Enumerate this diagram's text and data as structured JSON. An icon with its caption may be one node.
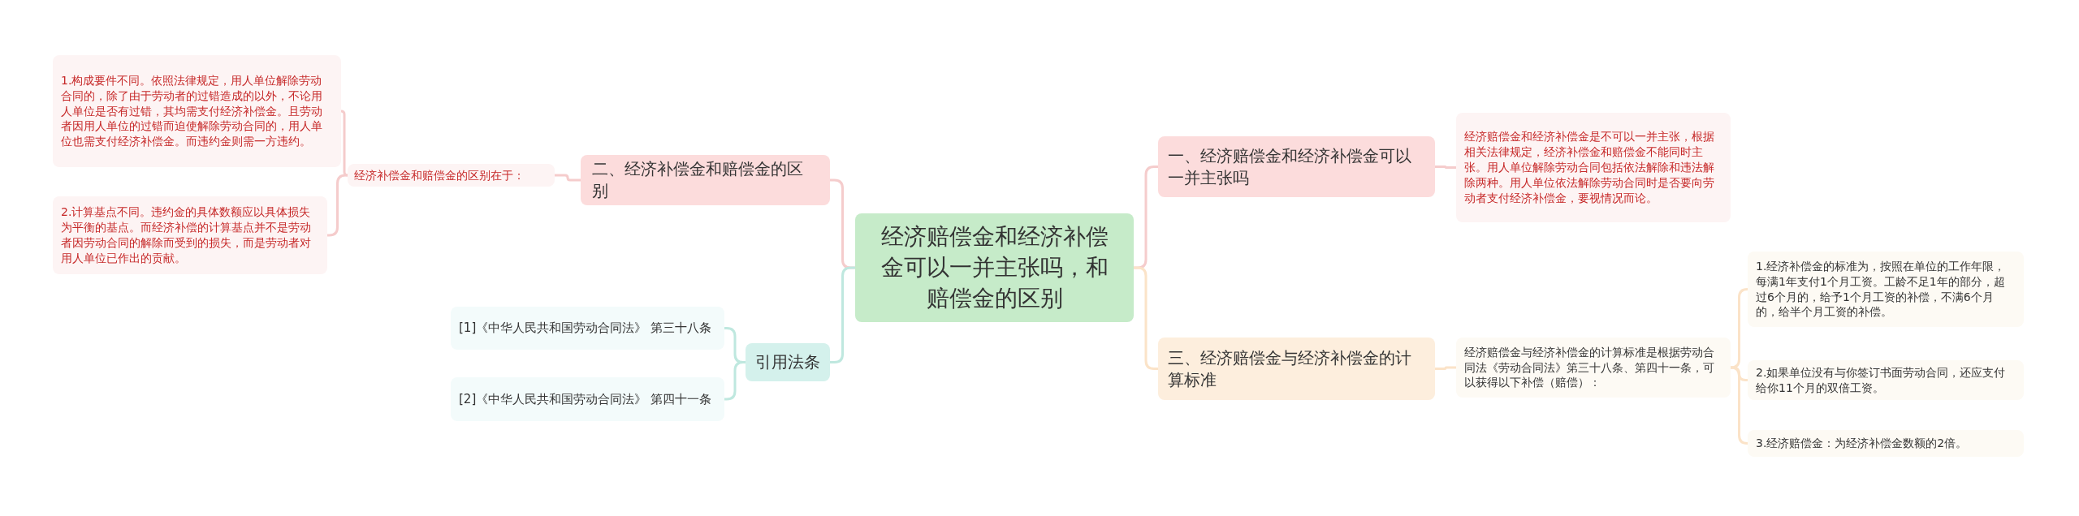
{
  "diagram": {
    "nodes": [
      {
        "text": [
          "经济赔偿金和经济补偿金可以一并主张吗，和赔偿金的区别"
        ]
      },
      {
        "text": [
          "二、经济补偿金和赔偿金的区别"
        ]
      },
      {
        "text": [
          "经济补偿金和赔偿金的区别在于："
        ]
      },
      {
        "text": [
          "1.构成要件不同。依照法律规定，用人单位解除劳动合同的，除了由于劳动者的过错造成的以外，不论用人单位是否有过错，其均需支付经济补偿金。且劳动者因用人单位的过错而迫使解除劳动合同的，用人单位也需支付经济补偿金。而违约金则需一方违约。"
        ]
      },
      {
        "text": [
          "2.计算基点不同。违约金的具体数额应以具体损失为平衡的基点。而经济补偿的计算基点并不是劳动者因劳动合同的解除而受到的损失，而是劳动者对用人单位已作出的贡献。"
        ]
      },
      {
        "text": [
          "引用法条"
        ]
      },
      {
        "text": [
          "[1]《中华人民共和国劳动合同法》 第三十八条"
        ]
      },
      {
        "text": [
          "[2]《中华人民共和国劳动合同法》 第四十一条"
        ]
      },
      {
        "text": [
          "一、经济赔偿金和经济补偿金可以一并主张吗"
        ]
      },
      {
        "text": [
          "经济赔偿金和经济补偿金是不可以一并主张，根据相关法律规定，经济补偿金和赔偿金不能同时主张。用人单位解除劳动合同包括依法解除和违法解除两种。用人单位依法解除劳动合同时是否要向劳动者支付经济补偿金，要视情况而论。"
        ]
      },
      {
        "text": [
          "三、经济赔偿金与经济补偿金的计算标准"
        ]
      },
      {
        "text": [
          "经济赔偿金与经济补偿金的计算标准是根据劳动合同法《劳动合同法》第三十八条、第四十一条，可以获得以下补偿（赔偿）："
        ]
      },
      {
        "text": [
          "1.经济补偿金的标准为，按照在单位的工作年限，每满1年支付1个月工资。工龄不足1年的部分，超过6个月的，给予1个月工资的补偿，不满6个月的，给半个月工资的补偿。"
        ]
      },
      {
        "text": [
          "2.如果单位没有与你签订书面劳动合同，还应支付给你11个月的双倍工资。"
        ]
      },
      {
        "text": [
          "3.经济赔偿金：为经济补偿金数额的2倍。"
        ]
      }
    ],
    "edges": [
      {
        "from": 0,
        "to": 1,
        "arrow": "none"
      },
      {
        "from": 1,
        "to": 2,
        "arrow": "none"
      },
      {
        "from": 2,
        "to": 3,
        "arrow": "none"
      },
      {
        "from": 2,
        "to": 4,
        "arrow": "none"
      },
      {
        "from": 0,
        "to": 5,
        "arrow": "none",
        "color": "#bfe8df"
      },
      {
        "from": 5,
        "to": 6,
        "arrow": "none",
        "color": "#bfe8df"
      },
      {
        "from": 5,
        "to": 7,
        "arrow": "none",
        "color": "#bfe8df"
      },
      {
        "from": 0,
        "to": 8,
        "arrow": "none"
      },
      {
        "from": 8,
        "to": 9,
        "arrow": "none"
      },
      {
        "from": 0,
        "to": 10,
        "arrow": "none",
        "color": "#fbe3c8"
      },
      {
        "from": 10,
        "to": 11,
        "arrow": "none",
        "color": "#fbe3c8"
      },
      {
        "from": 11,
        "to": 12,
        "arrow": "none",
        "color": "#fbe3c8"
      },
      {
        "from": 11,
        "to": 13,
        "arrow": "none",
        "color": "#fbe3c8"
      },
      {
        "from": 11,
        "to": 14,
        "arrow": "none",
        "color": "#fbe3c8"
      }
    ]
  }
}
